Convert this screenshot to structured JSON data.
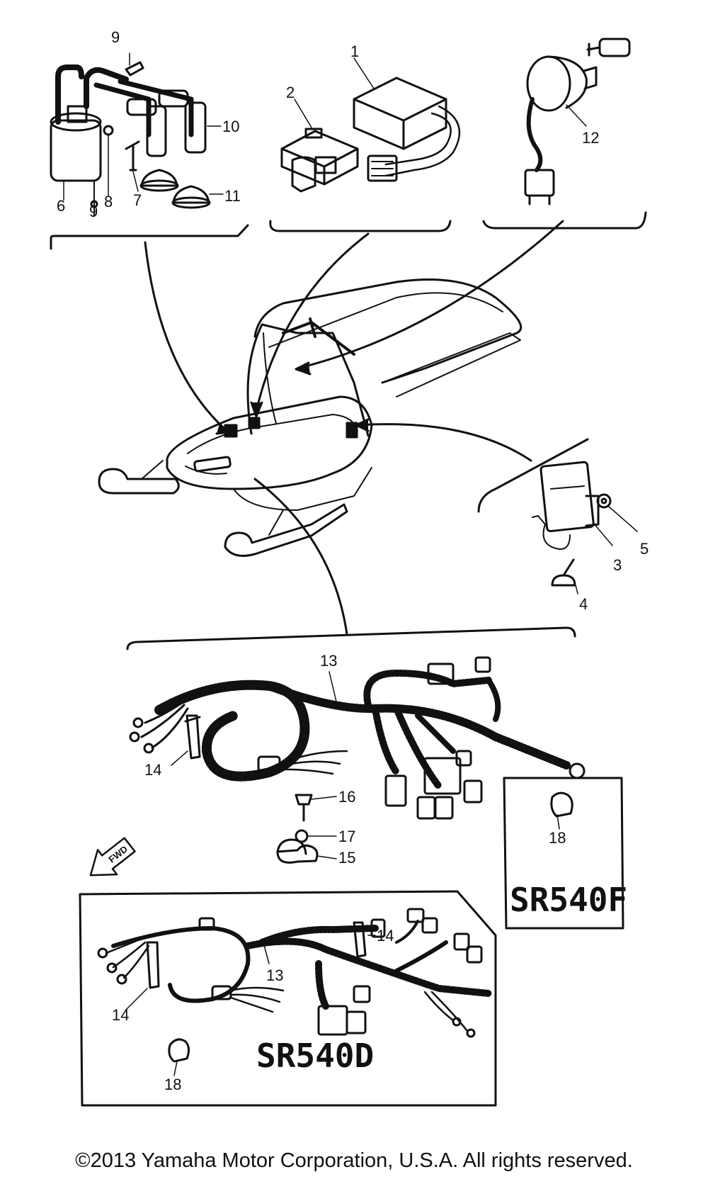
{
  "callouts": {
    "c1": "1",
    "c2": "2",
    "c3": "3",
    "c4": "4",
    "c5": "5",
    "c6": "6",
    "c7": "7",
    "c8": "8",
    "c9a": "9",
    "c9b": "9",
    "c10": "10",
    "c11": "11",
    "c12": "12",
    "c13a": "13",
    "c13b": "13",
    "c14a": "14",
    "c14b": "14",
    "c14c": "14",
    "c15": "15",
    "c16": "16",
    "c17": "17",
    "c18a": "18",
    "c18b": "18"
  },
  "panels": {
    "sr540f_label": "SR540F",
    "sr540d_label": "SR540D"
  },
  "fwd_arrow": {
    "label": "FWD"
  },
  "copyright": "©2013 Yamaha Motor Corporation, U.S.A. All rights reserved."
}
